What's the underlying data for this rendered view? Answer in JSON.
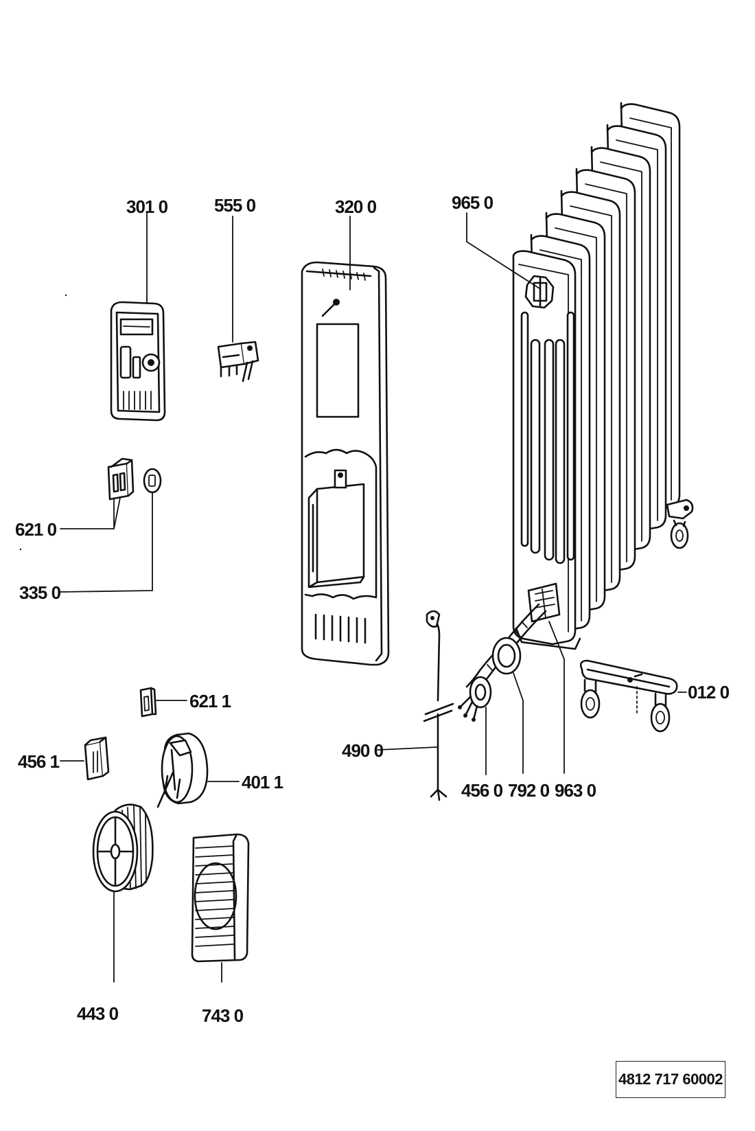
{
  "labels": {
    "p3010": "301 0",
    "p5550": "555 0",
    "p3200": "320 0",
    "p9650": "965 0",
    "p6210": "621 0",
    "p3350": "335 0",
    "p6211": "621 1",
    "p4561": "456 1",
    "p4011": "401 1",
    "p4900": "490 0",
    "p4560": "456 0",
    "p7920": "792 0",
    "p9630": "963 0",
    "p0120": "012 0",
    "p4430": "443 0",
    "p7430": "743 0"
  },
  "document_number": "4812 717 60002"
}
